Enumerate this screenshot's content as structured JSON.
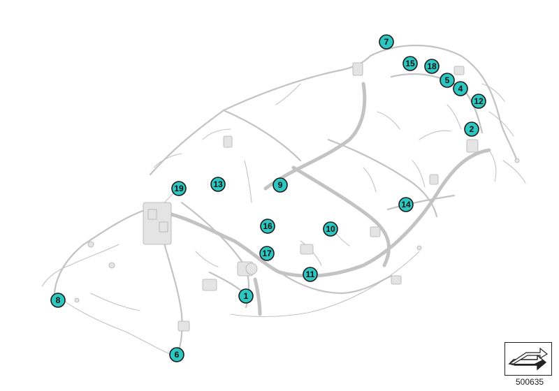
{
  "callouts": [
    {
      "label": "1"
    },
    {
      "label": "2"
    },
    {
      "label": "4"
    },
    {
      "label": "5"
    },
    {
      "label": "6"
    },
    {
      "label": "7"
    },
    {
      "label": "8"
    },
    {
      "label": "9"
    },
    {
      "label": "10"
    },
    {
      "label": "11"
    },
    {
      "label": "12"
    },
    {
      "label": "13"
    },
    {
      "label": "14"
    },
    {
      "label": "15"
    },
    {
      "label": "16"
    },
    {
      "label": "17"
    },
    {
      "label": "18"
    },
    {
      "label": "19"
    }
  ],
  "footer": {
    "ref_number": "500635",
    "nav_icon": "return-arrow-icon"
  },
  "colors": {
    "callout_fill": "#2ec6c0",
    "harness": "#c3c3c3"
  }
}
